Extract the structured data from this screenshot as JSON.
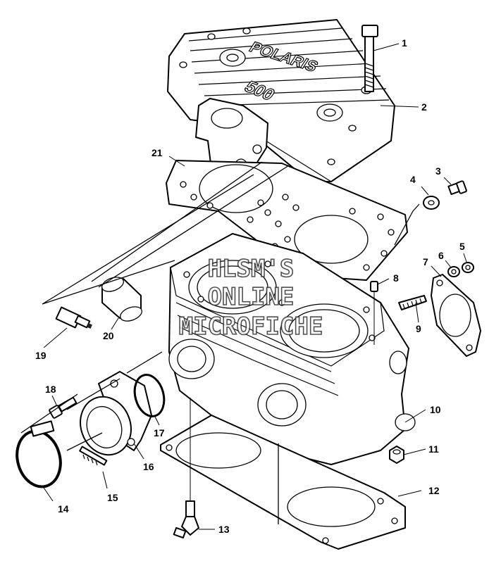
{
  "watermark": {
    "line1": "HLSM'S",
    "line2": "ONLINE",
    "line3": "MICROFICHE"
  },
  "head_casting_text": {
    "brand": "POLARIS",
    "model": "500"
  },
  "callouts": [
    "1",
    "2",
    "3",
    "4",
    "5",
    "6",
    "7",
    "8",
    "9",
    "10",
    "11",
    "12",
    "13",
    "14",
    "15",
    "16",
    "17",
    "18",
    "19",
    "20",
    "21"
  ]
}
